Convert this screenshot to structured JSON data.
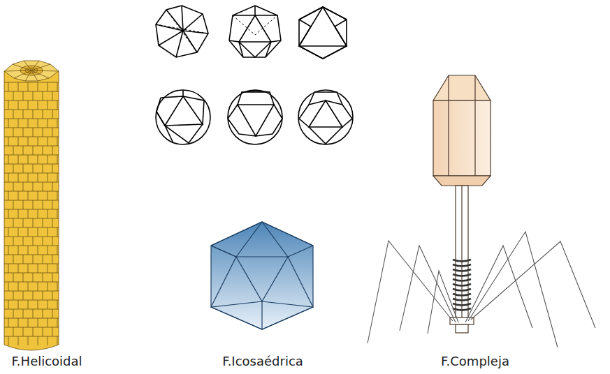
{
  "diagram": {
    "labels": [
      "F.Helicoidal",
      "F.Icosaédrica",
      "F.Compleja"
    ]
  }
}
